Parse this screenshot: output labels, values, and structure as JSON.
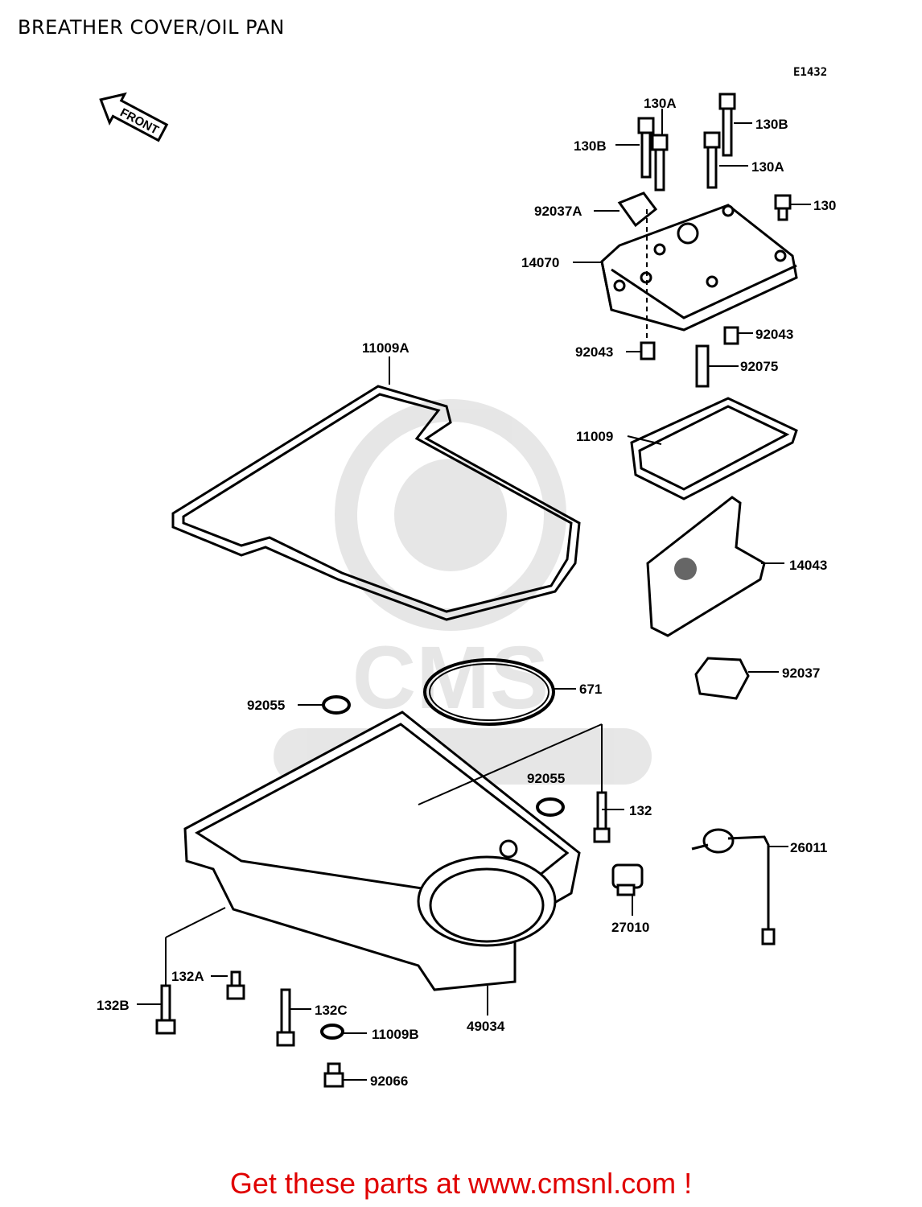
{
  "header": {
    "title": "BREATHER COVER/OIL PAN",
    "diagram_code": "E1432"
  },
  "front_arrow": {
    "text": "FRONT"
  },
  "watermark": {
    "text": "CMS",
    "url": "www.cmsnl.com"
  },
  "parts": {
    "p130A_top": "130A",
    "p130B_right": "130B",
    "p130B_left": "130B",
    "p130A_right": "130A",
    "p130": "130",
    "p92037A": "92037A",
    "p14070": "14070",
    "p92043_right": "92043",
    "p92043_left": "92043",
    "p92075": "92075",
    "p11009A": "11009A",
    "p11009": "11009",
    "p14043": "14043",
    "p671": "671",
    "p92037": "92037",
    "p92055_left": "92055",
    "p92055_right": "92055",
    "p132": "132",
    "p26011": "26011",
    "p27010": "27010",
    "p132A": "132A",
    "p132B": "132B",
    "p132C": "132C",
    "p49034": "49034",
    "p11009B": "11009B",
    "p92066": "92066"
  },
  "footer": {
    "text": "Get these parts at www.cmsnl.com !"
  }
}
